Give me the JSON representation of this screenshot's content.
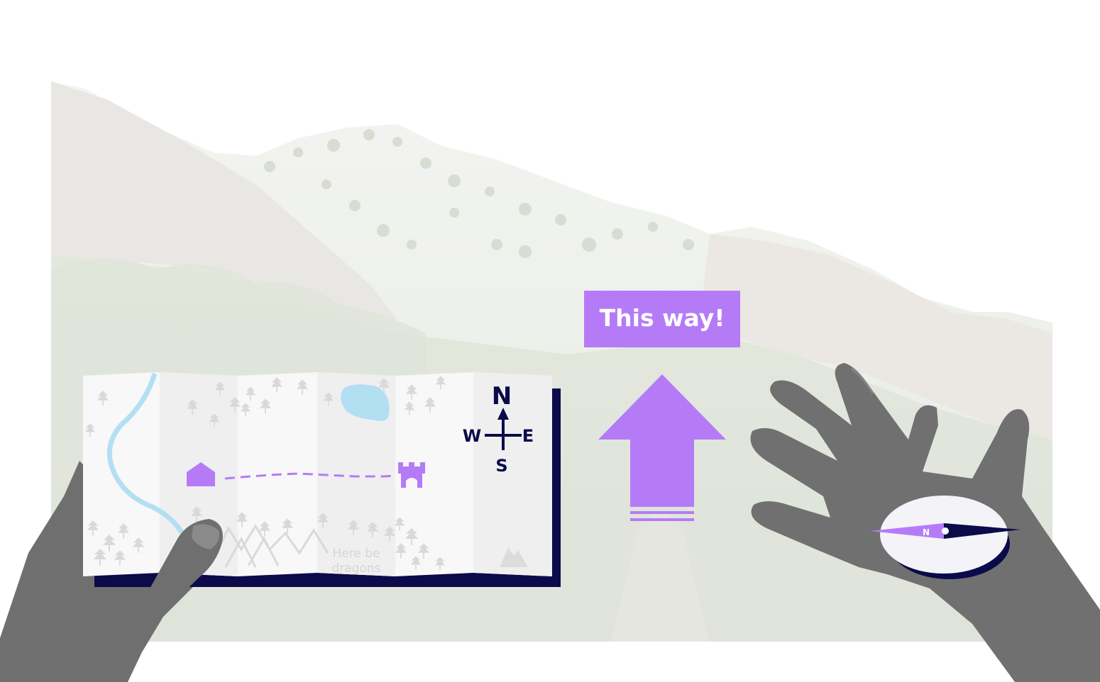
{
  "sign": {
    "label": "This way!",
    "bg_color": "#b57bf7",
    "text_color": "#ffffff"
  },
  "map": {
    "compass": {
      "north": "N",
      "south": "S",
      "east": "E",
      "west": "W"
    },
    "annotation_line1": "Here be",
    "annotation_line2": "dragons"
  },
  "compass_tool": {
    "needle_label": "N"
  },
  "colors": {
    "accent": "#b57bf7",
    "navy": "#0b0a4a",
    "water": "#b3dff3",
    "tree": "#d9d9d9",
    "map_paper": "#f6f6f6",
    "hand": "#6f6f6f"
  },
  "icons": {
    "home": "house-icon",
    "destination": "castle-icon",
    "direction": "arrow-up-icon"
  }
}
